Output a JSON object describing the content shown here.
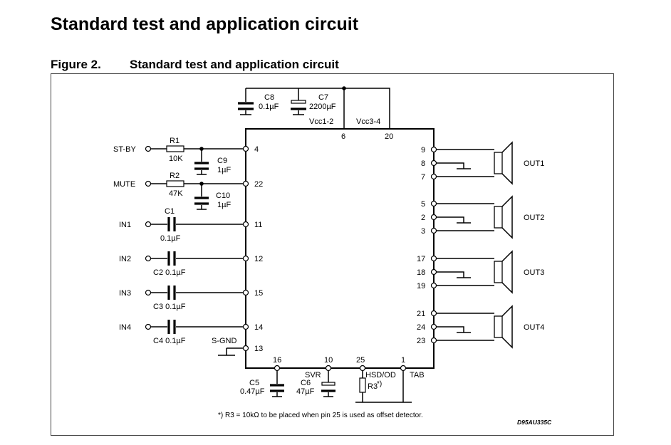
{
  "heading": "Standard test and application circuit",
  "figure": {
    "label": "Figure 2.",
    "title": "Standard test and application circuit"
  },
  "supply": {
    "c8": {
      "name": "C8",
      "value": "0.1µF"
    },
    "c7": {
      "name": "C7",
      "value": "2200µF"
    },
    "vcc12": "Vcc1-2",
    "vcc34": "Vcc3-4",
    "pin_vcc12": "6",
    "pin_vcc34": "20"
  },
  "inputs": {
    "stby": {
      "label": "ST-BY",
      "r_name": "R1",
      "r_value": "10K",
      "c_name": "C9",
      "c_value": "1µF",
      "pin": "4"
    },
    "mute": {
      "label": "MUTE",
      "r_name": "R2",
      "r_value": "47K",
      "c_name": "C10",
      "c_value": "1µF",
      "pin": "22"
    },
    "in1": {
      "label": "IN1",
      "c_name": "C1",
      "c_value": "0.1µF",
      "pin": "11"
    },
    "in2": {
      "label": "IN2",
      "c_text": "C2 0.1µF",
      "pin": "12"
    },
    "in3": {
      "label": "IN3",
      "c_text": "C3 0.1µF",
      "pin": "15"
    },
    "in4": {
      "label": "IN4",
      "c_text": "C4 0.1µF",
      "pin": "14"
    },
    "sgnd": {
      "label": "S-GND",
      "pin": "13"
    }
  },
  "outputs": [
    {
      "label": "OUT1",
      "pins": [
        "9",
        "8",
        "7"
      ]
    },
    {
      "label": "OUT2",
      "pins": [
        "5",
        "2",
        "3"
      ]
    },
    {
      "label": "OUT3",
      "pins": [
        "17",
        "18",
        "19"
      ]
    },
    {
      "label": "OUT4",
      "pins": [
        "21",
        "24",
        "23"
      ]
    }
  ],
  "bottom": {
    "pin16": "16",
    "pin10": "10",
    "pin25": "25",
    "pin1": "1",
    "svr": "SVR",
    "hsd": "HSD/OD",
    "tab": "TAB",
    "c5": {
      "name": "C5",
      "value": "0.47µF"
    },
    "c6": {
      "name": "C6",
      "value": "47µF"
    },
    "r3": "R3",
    "r3_note_mark": "*)"
  },
  "footnote": "*) R3 = 10kΩ to be placed when pin 25 is used as offset detector.",
  "drawing_code": "D95AU335C"
}
